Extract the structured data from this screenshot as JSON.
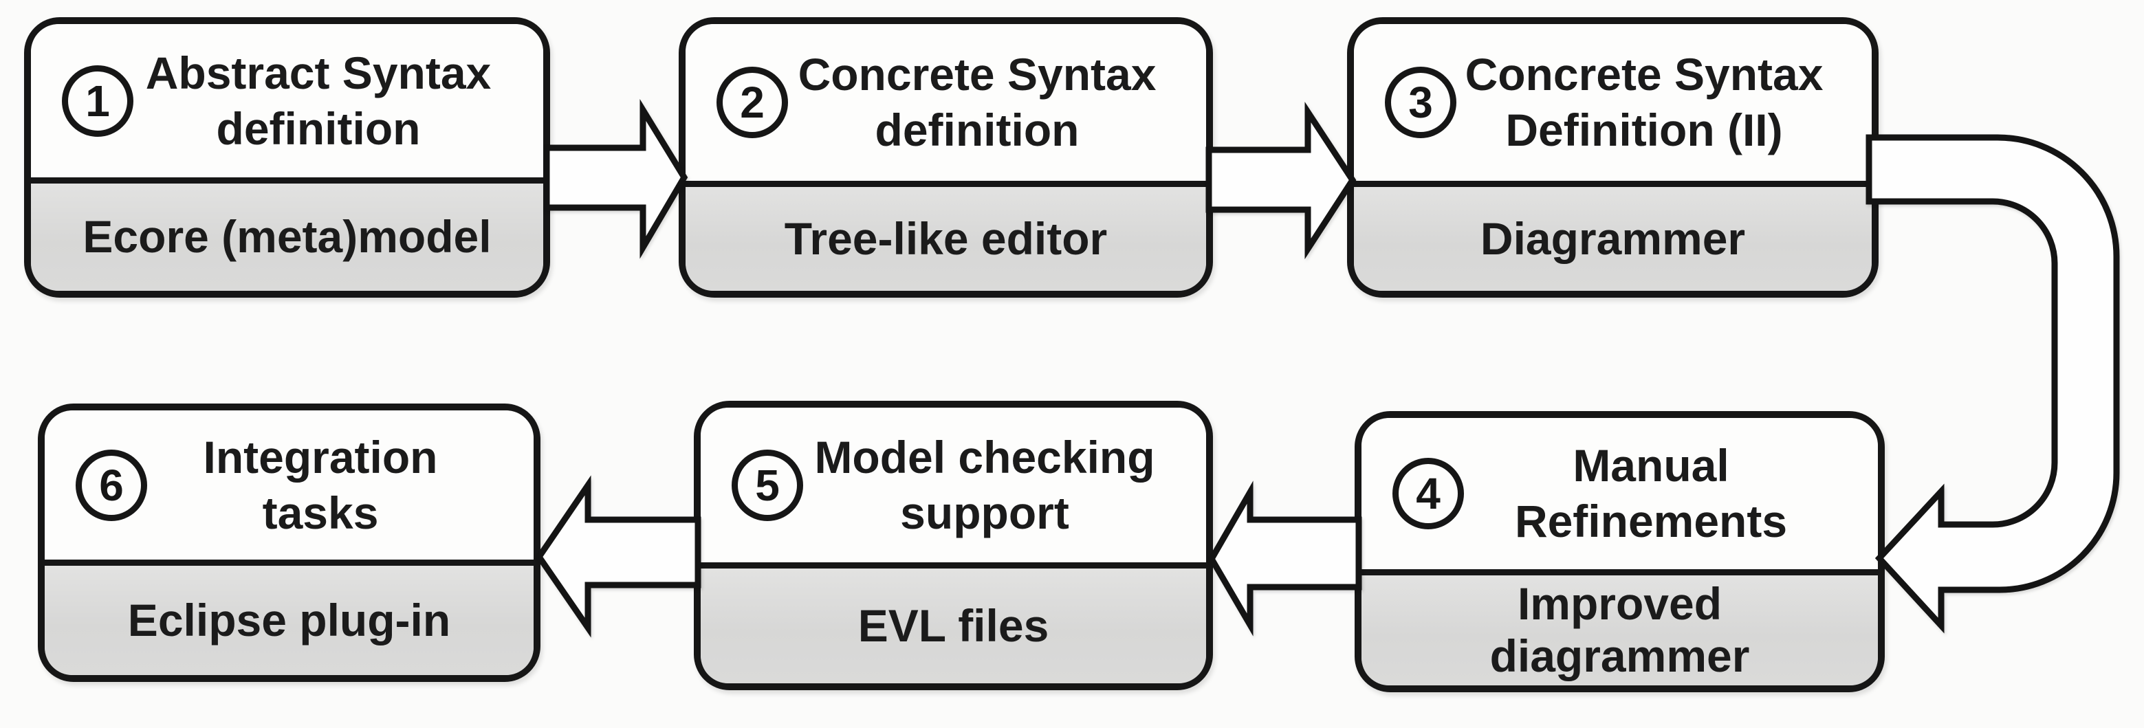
{
  "page": {
    "background": "#fbfbfa"
  },
  "colors": {
    "box_border": "#161616",
    "title_bg": "#fdfdfc",
    "artifact_bg": "#d9d9d8",
    "arrow_fill": "#fefefe",
    "text": "#1b1b1b"
  },
  "steps": [
    {
      "number": "1",
      "title": "Abstract Syntax definition",
      "title_lines": [
        "Abstract Syntax",
        "definition"
      ],
      "artifact": "Ecore (meta)model",
      "artifact_lines": [
        "Ecore (meta)model"
      ]
    },
    {
      "number": "2",
      "title": "Concrete Syntax definition",
      "title_lines": [
        "Concrete Syntax",
        "definition"
      ],
      "artifact": "Tree-like editor",
      "artifact_lines": [
        "Tree-like editor"
      ]
    },
    {
      "number": "3",
      "title": "Concrete Syntax Definition (II)",
      "title_lines": [
        "Concrete Syntax",
        "Definition (II)"
      ],
      "artifact": "Diagrammer",
      "artifact_lines": [
        "Diagrammer"
      ]
    },
    {
      "number": "4",
      "title": "Manual Refinements",
      "title_lines": [
        "Manual",
        "Refinements"
      ],
      "artifact": "Improved diagrammer",
      "artifact_lines": [
        "Improved",
        "diagrammer"
      ]
    },
    {
      "number": "5",
      "title": "Model checking support",
      "title_lines": [
        "Model checking",
        "support"
      ],
      "artifact": "EVL files",
      "artifact_lines": [
        "EVL files"
      ]
    },
    {
      "number": "6",
      "title": "Integration tasks",
      "title_lines": [
        "Integration",
        "tasks"
      ],
      "artifact": "Eclipse plug-in",
      "artifact_lines": [
        "Eclipse plug-in"
      ]
    }
  ],
  "arrows": [
    {
      "from": "1",
      "to": "2",
      "direction": "right"
    },
    {
      "from": "2",
      "to": "3",
      "direction": "right"
    },
    {
      "from": "3",
      "to": "4",
      "direction": "wrap-right-down"
    },
    {
      "from": "4",
      "to": "5",
      "direction": "left"
    },
    {
      "from": "5",
      "to": "6",
      "direction": "left"
    }
  ]
}
